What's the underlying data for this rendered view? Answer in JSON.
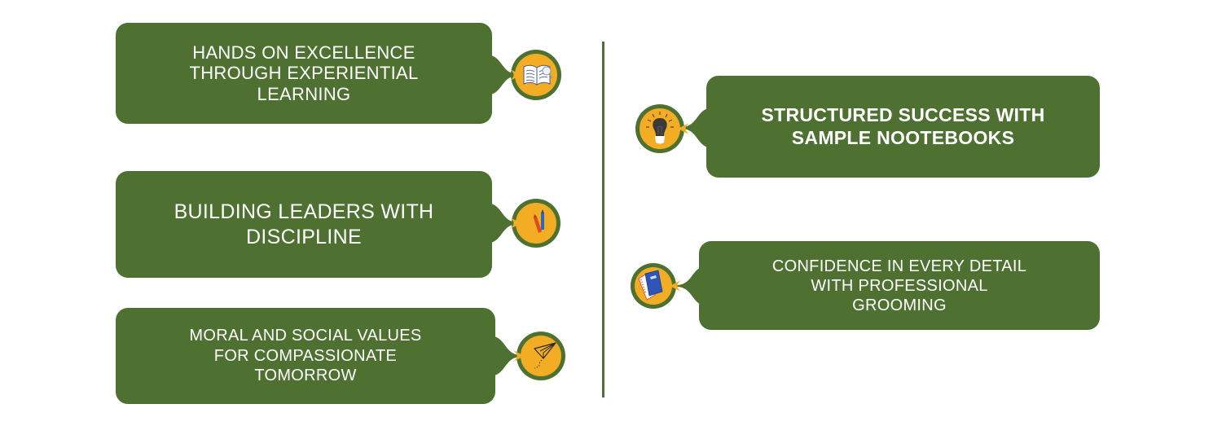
{
  "colors": {
    "card": "#4e7132",
    "accent": "#f2ad24",
    "text": "#ffffff",
    "divider": "#4e7132"
  },
  "left_items": [
    {
      "label": "HANDS ON EXCELLENCE THROUGH EXPERIENTIAL LEARNING",
      "lines": [
        "HANDS ON EXCELLENCE",
        "THROUGH EXPERIENTIAL",
        "LEARNING"
      ],
      "icon": "open-book-icon"
    },
    {
      "label": "BUILDING LEADERS WITH DISCIPLINE",
      "lines": [
        "BUILDING LEADERS WITH",
        "DISCIPLINE"
      ],
      "icon": "crayons-icon"
    },
    {
      "label": "MORAL AND SOCIAL VALUES FOR COMPASSIONATE TOMORROW",
      "lines": [
        "MORAL AND SOCIAL VALUES",
        "FOR COMPASSIONATE",
        "TOMORROW"
      ],
      "icon": "paper-plane-icon"
    }
  ],
  "right_items": [
    {
      "label": "STRUCTURED SUCCESS WITH SAMPLE NOOTEBOOKS",
      "lines": [
        "STRUCTURED SUCCESS WITH",
        "SAMPLE NOOTEBOOKS"
      ],
      "icon": "light-bulb-icon"
    },
    {
      "label": "CONFIDENCE IN EVERY DETAIL WITH PROFESSIONAL GROOMING",
      "lines": [
        "CONFIDENCE IN EVERY DETAIL",
        "WITH PROFESSIONAL",
        "GROOMING"
      ],
      "icon": "notebooks-icon"
    }
  ]
}
